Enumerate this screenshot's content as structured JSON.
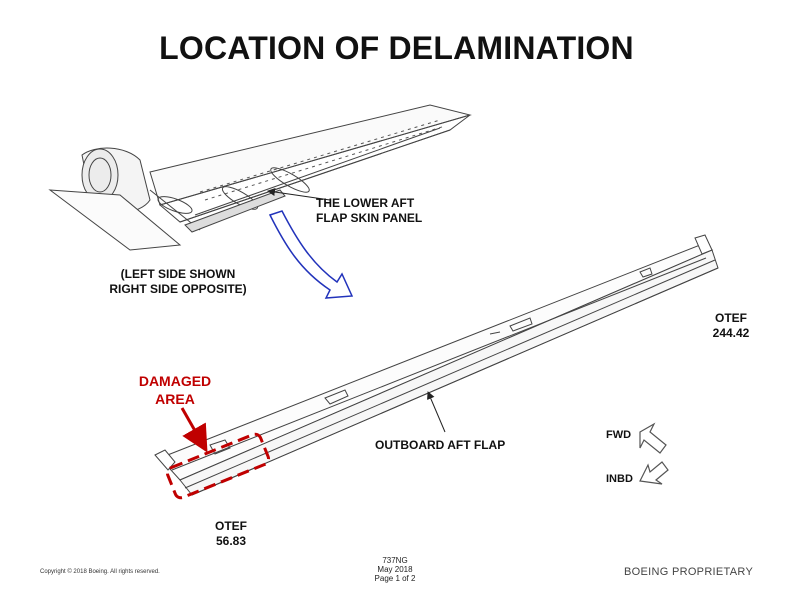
{
  "title": "LOCATION OF DELAMINATION",
  "callouts": {
    "panel_line1": "THE LOWER AFT",
    "panel_line2": "FLAP SKIN PANEL",
    "side_line1": "(LEFT SIDE SHOWN",
    "side_line2": "RIGHT SIDE OPPOSITE)",
    "damaged_line1": "DAMAGED",
    "damaged_line2": "AREA",
    "outboard_flap": "OUTBOARD AFT FLAP",
    "otef_right_label": "OTEF",
    "otef_right_value": "244.42",
    "otef_left_label": "OTEF",
    "otef_left_value": "56.83",
    "fwd": "FWD",
    "inbd": "INBD"
  },
  "footer": {
    "copyright": "Copyright © 2018 Boeing. All rights reserved.",
    "model": "737NG",
    "date": "May 2018",
    "page": "Page 1 of 2",
    "proprietary": "BOEING PROPRIETARY"
  },
  "colors": {
    "damage": "#c00000",
    "arrow": "#2233bb",
    "line": "#333333"
  }
}
